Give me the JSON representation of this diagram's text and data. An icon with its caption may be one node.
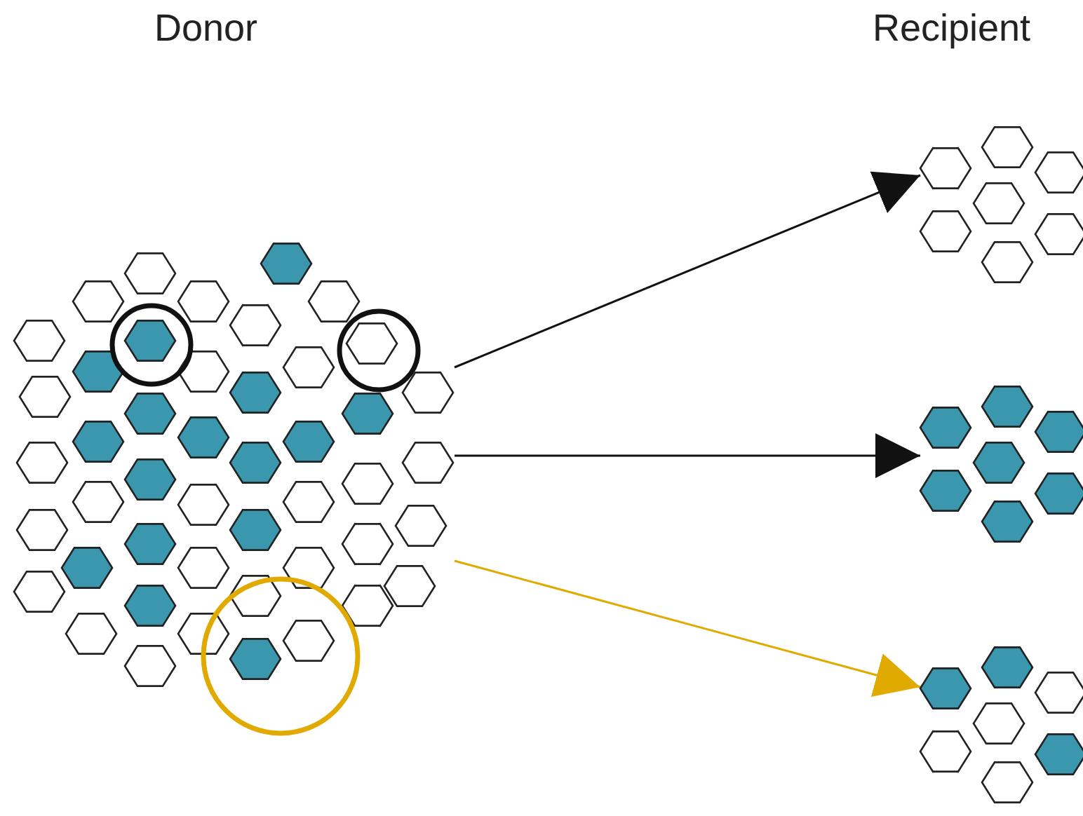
{
  "diagram": {
    "nodes": [
      {
        "text": [
          "Donor"
        ]
      },
      {
        "text": [],
        "shape": "picture"
      },
      {
        "text": [],
        "shape": "picture"
      },
      {
        "text": [],
        "shape": "picture"
      }
    ],
    "edges": [
      {
        "from": 0,
        "to": 1,
        "arrow": "to"
      },
      {
        "from": 0,
        "to": 2,
        "arrow": "to"
      },
      {
        "from": 0,
        "to": 3,
        "arrow": "to",
        "color": "#e0aa00"
      }
    ],
    "labels": [
      "Recipient"
    ]
  }
}
